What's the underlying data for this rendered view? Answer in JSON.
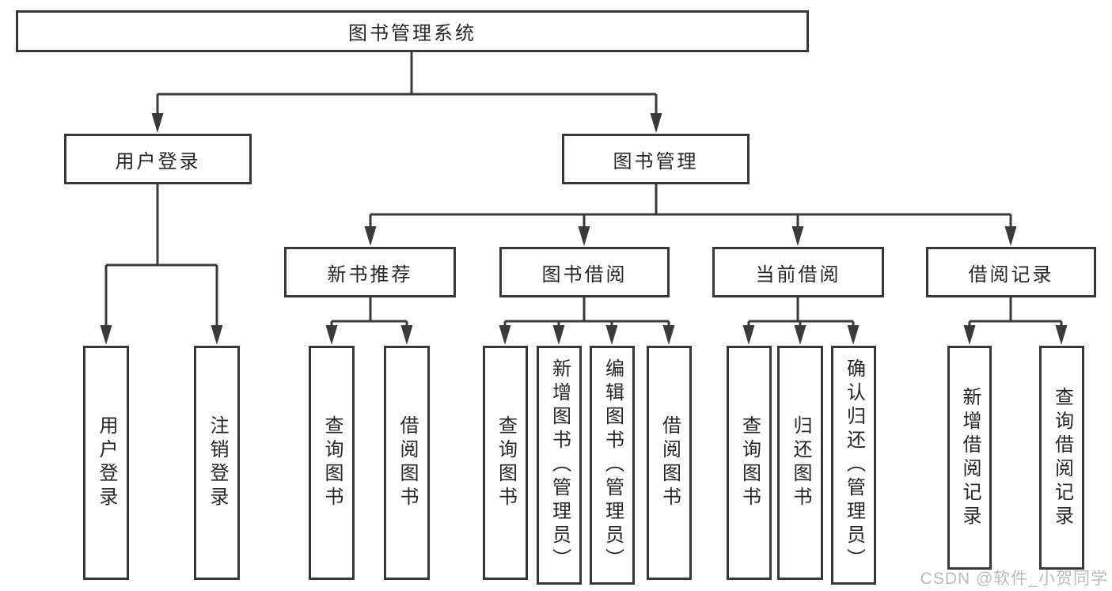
{
  "tree": {
    "root": "图书管理系统",
    "user_login": {
      "label": "用户登录",
      "children": [
        "用户登录",
        "注销登录"
      ]
    },
    "book_management": {
      "label": "图书管理",
      "groups": [
        {
          "label": "新书推荐",
          "children": [
            "查询图书",
            "借阅图书"
          ]
        },
        {
          "label": "图书借阅",
          "children": [
            "查询图书",
            "新增图书（管理员）",
            "编辑图书（管理员）",
            "借阅图书"
          ]
        },
        {
          "label": "当前借阅",
          "children": [
            "查询图书",
            "归还图书",
            "确认归还（管理员）"
          ]
        },
        {
          "label": "借阅记录",
          "children": [
            "新增借阅记录",
            "查询借阅记录"
          ]
        }
      ]
    }
  },
  "watermark": "CSDN @软件_小贺同学",
  "colors": {
    "line": "#3a3a3a",
    "text": "#262626",
    "watermark": "#b7b7b7",
    "background": "#ffffff"
  }
}
